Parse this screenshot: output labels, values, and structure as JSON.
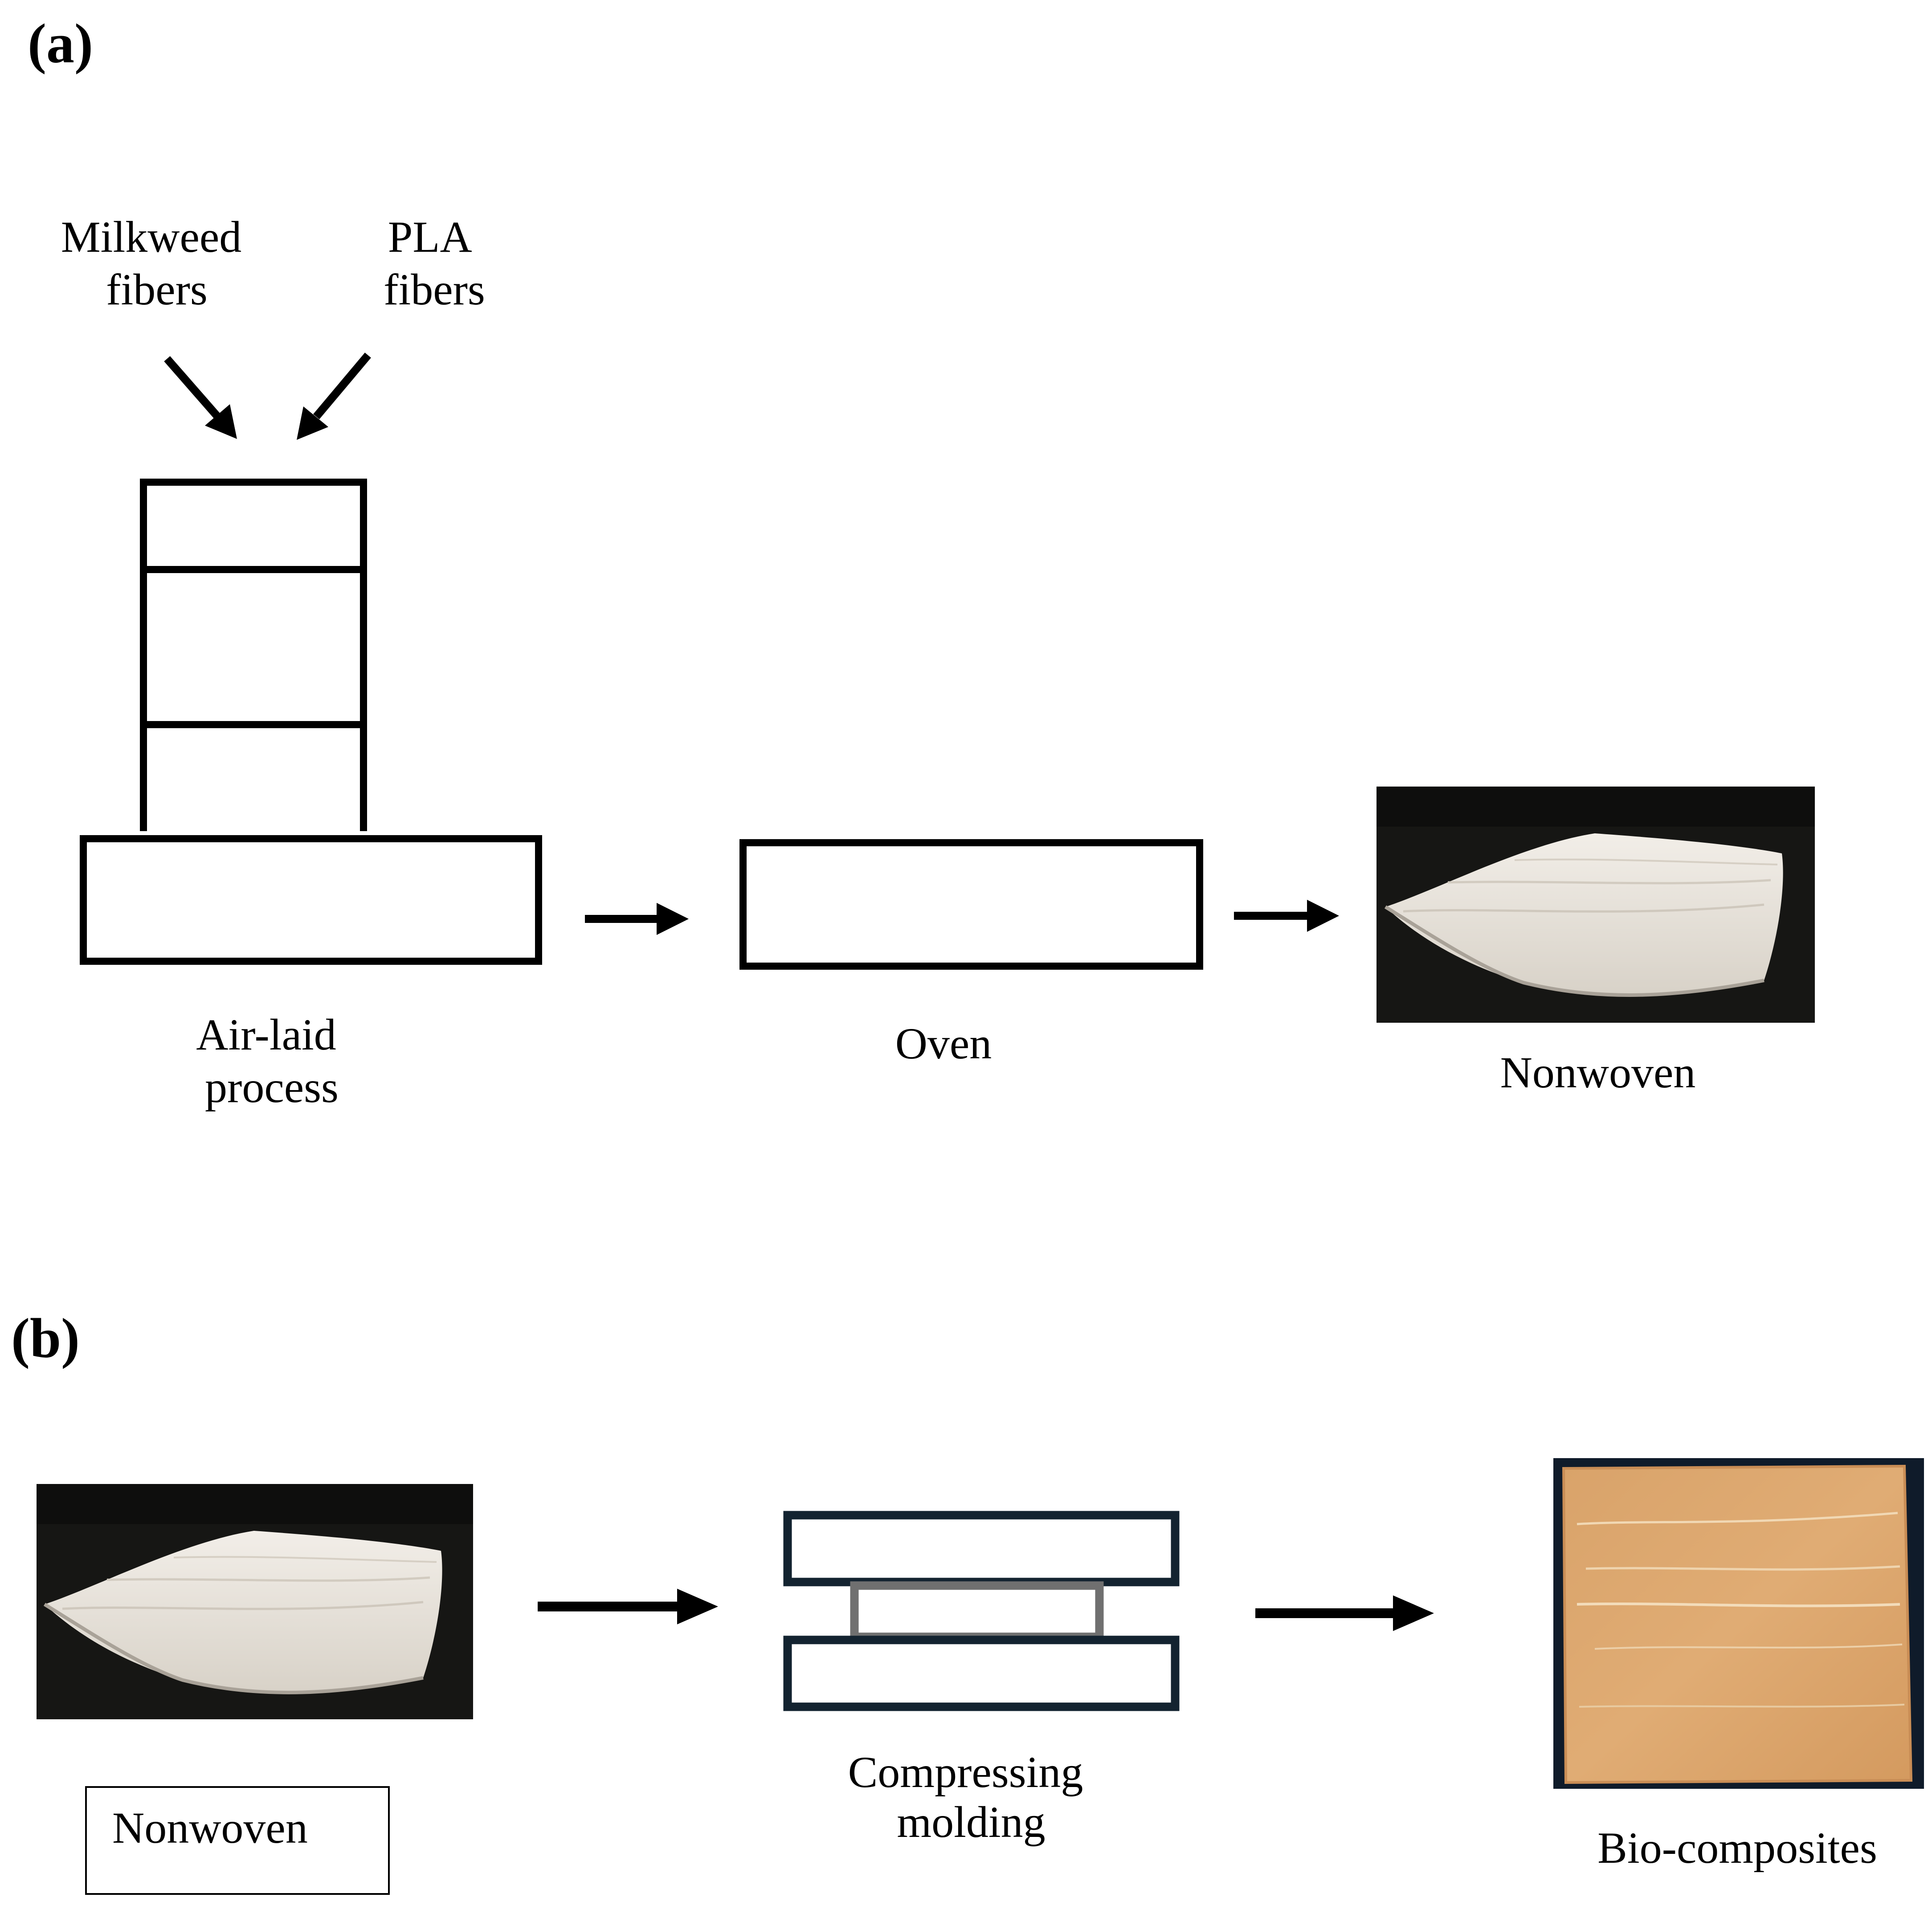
{
  "panel_a": {
    "label": "(a)",
    "inputs": {
      "milkweed": [
        "Milkweed",
        "fibers"
      ],
      "pla": [
        "PLA",
        "fibers"
      ]
    },
    "steps": {
      "air_laid": [
        "Air-laid",
        "process"
      ],
      "oven": "Oven",
      "nonwoven": "Nonwoven"
    }
  },
  "panel_b": {
    "label": "(b)",
    "steps": {
      "nonwoven": "Nonwoven",
      "compressing": [
        "Compressing",
        "molding"
      ],
      "biocomposites": "Bio-composites"
    }
  },
  "colors": {
    "press_frame": "#132330",
    "sample_frame": "#707070",
    "mat_white": "#ece7df",
    "board_orange": "#d9a067"
  },
  "photos": {
    "nonwoven_mat": "white fibrous nonwoven mat on dark background",
    "biocomposite_board": "orange-tan compressed biocomposite panel"
  }
}
